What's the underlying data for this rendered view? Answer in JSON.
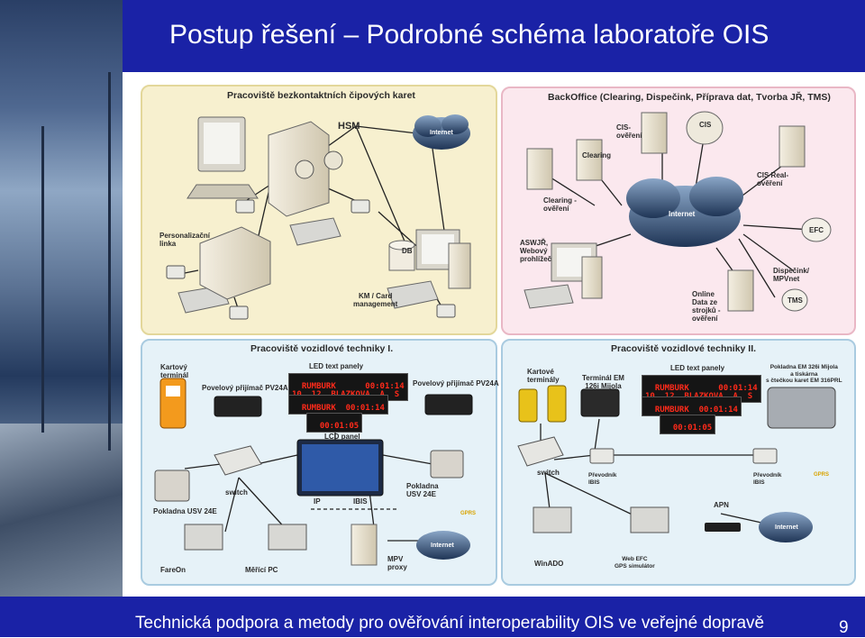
{
  "slide": {
    "title": "Postup řešení – Podrobné schéma laboratoře OIS",
    "footer": "Technická podpora a metody pro ověřování interoperability OIS ve veřejné dopravě",
    "page_number": "9"
  },
  "panels": {
    "cards": {
      "title": "Pracoviště bezkontaktních čipových karet",
      "hsm": "HSM",
      "internet": "Internet",
      "personalization": "Personalizační\nlinka",
      "db": "DB",
      "km": "KM / Card\nmanagement"
    },
    "backoffice": {
      "title": "BackOffice (Clearing, Dispečink, Příprava dat, Tvorba JŘ, TMS)",
      "cis_verify": "CIS-\nověření",
      "cis": "CIS",
      "clearing": "Clearing",
      "cis_realtime": "CIS Real-\nověření",
      "clearing_verify": "Clearing -\nověření",
      "internet": "Internet",
      "aswjr": "ASWJŘ,\nWebový\nprohlížeč",
      "efc": "EFC",
      "dispatch": "Dispečink/\nMPVnet",
      "tms": "TMS",
      "online": "Online\nData ze\nstrojků -\nověření"
    },
    "vehicle1": {
      "title": "Pracoviště vozidlové techniky I.",
      "card_terminal": "Kartový\nterminál",
      "led_panels": "LED text   panely",
      "receiver_left": "Povelový přijímač PV24A",
      "receiver_right": "Povelový přijímač PV24A",
      "led_line1": "RUMBURK      00:01:14",
      "led_line2": "10  12  BLAZKOVA  A  S",
      "led_line3": "RUMBURK  00:01:14",
      "led_line4": "00:01:05",
      "lcd_panel": "LCD   panel",
      "switch": "switch",
      "ip": "IP",
      "ibis": "IBIS",
      "pokladna_left": "Pokladna USV 24E",
      "pokladna_right": "Pokladna\nUSV 24E",
      "gprs": "GPRS",
      "internet": "Internet",
      "fareon": "FareOn",
      "measuring_pc": "Měřící PC",
      "mpv_proxy": "MPV\nproxy"
    },
    "vehicle2": {
      "title": "Pracoviště vozidlové techniky II.",
      "card_terminals": "Kartové\nterminály",
      "terminal_em": "Terminál EM\n126i Mijola",
      "led_panels": "LED text panely",
      "pokladna_em": "Pokladna EM 326i Mijola\na tiskárna\ns čtečkou karet EM 316PRL",
      "led_line1": "RUMBURK      00:01:14",
      "led_line2": "10  12  BLAZKOVA  A  S",
      "led_line3": "RUMBURK  00:01:14",
      "led_line4": "00:01:05",
      "switch": "switch",
      "prevodnik_left": "Převodník\nIBIS",
      "prevodnik_right": "Převodník\nIBIS",
      "gprs": "GPRS",
      "apn": "APN",
      "internet": "Internet",
      "winado": "WinADO",
      "web_efc": "Web EFC\nGPS simulátor"
    }
  },
  "colors": {
    "title_bar": "#1a22a6",
    "panel_cards": "#f7f0cf",
    "panel_backoffice": "#fbe8ee",
    "panel_vehicle": "#e6f2f8",
    "led_text": "#ff2a1a"
  }
}
